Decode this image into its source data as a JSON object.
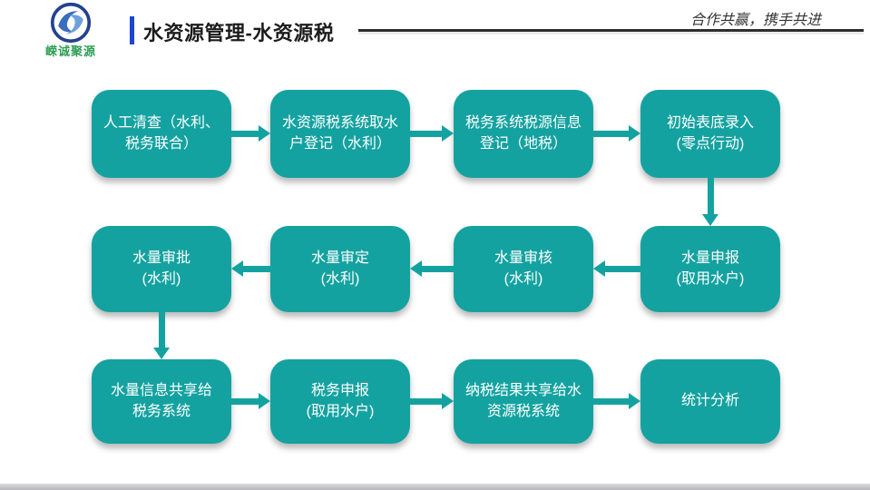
{
  "slide": {
    "logo": {
      "text": "嵘诚聚源"
    },
    "header": {
      "title": "水资源管理-水资源税",
      "slogan": "合作共赢，携手共进"
    },
    "flow": {
      "row1": [
        {
          "l1": "人工清查（水利、",
          "l2": "税务联合）"
        },
        {
          "l1": "水资源税系统取水",
          "l2": "户登记（水利）"
        },
        {
          "l1": "税务系统税源信息",
          "l2": "登记（地税）"
        },
        {
          "l1": "初始表底录入",
          "l2": "(零点行动)"
        }
      ],
      "row2": [
        {
          "l1": "水量审批",
          "l2": "(水利)"
        },
        {
          "l1": "水量审定",
          "l2": "(水利)"
        },
        {
          "l1": "水量审核",
          "l2": "(水利)"
        },
        {
          "l1": "水量申报",
          "l2": "(取用水户)"
        }
      ],
      "row3": [
        {
          "l1": "水量信息共享给",
          "l2": "税务系统"
        },
        {
          "l1": "税务申报",
          "l2": "(取用水户)"
        },
        {
          "l1": "纳税结果共享给水",
          "l2": "资源税系统"
        },
        {
          "l1": "统计分析",
          "l2": ""
        }
      ]
    },
    "colors": {
      "box_teal": "#14a2a0",
      "accent_blue": "#1b46d2",
      "logo_green": "#2f9e55",
      "rule_dark": "#2e2e2e"
    }
  }
}
